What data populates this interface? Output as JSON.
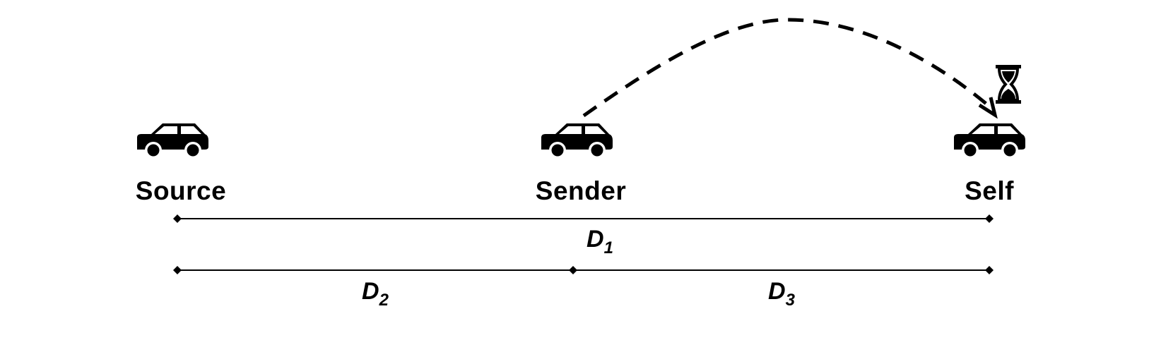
{
  "nodes": {
    "source": {
      "label": "Source",
      "icon": "car-icon"
    },
    "sender": {
      "label": "Sender",
      "icon": "car-icon"
    },
    "self": {
      "label": "Self",
      "icon": "car-icon",
      "badge_icon": "hourglass-icon"
    }
  },
  "distances": {
    "d1": {
      "letter": "D",
      "subscript": "1"
    },
    "d2": {
      "letter": "D",
      "subscript": "2"
    },
    "d3": {
      "letter": "D",
      "subscript": "3"
    }
  },
  "colors": {
    "ink": "#000000",
    "background": "#ffffff"
  }
}
